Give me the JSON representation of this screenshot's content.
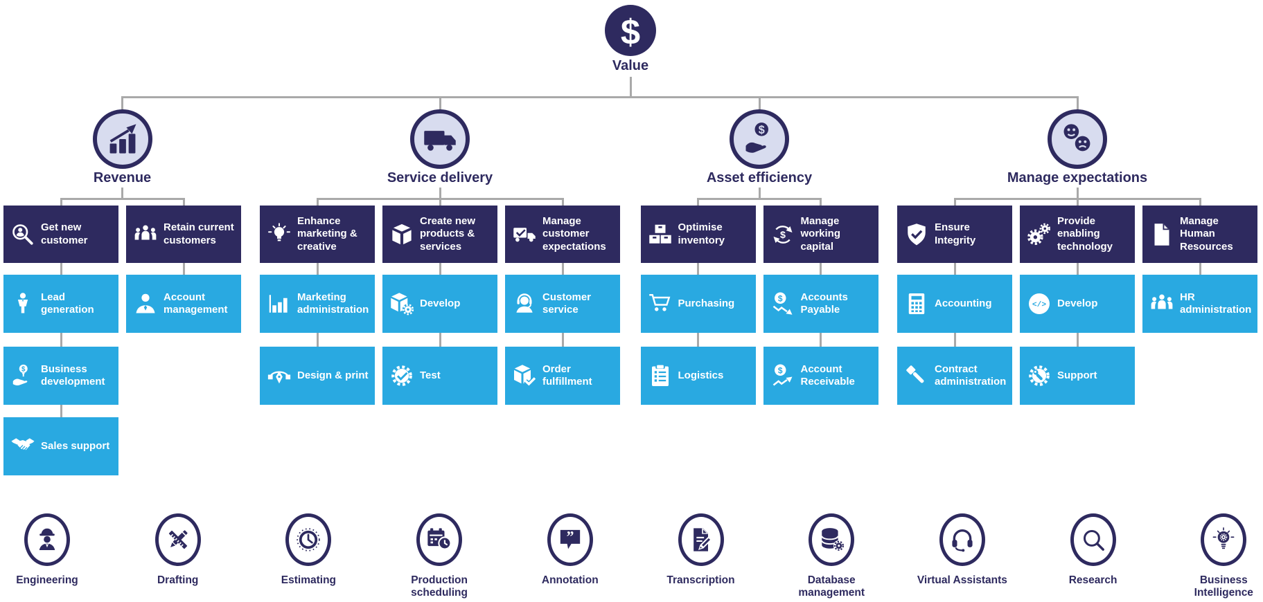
{
  "colors": {
    "navy": "#2e2a5f",
    "blue": "#29a9e1",
    "circle_fill": "#d8dcef",
    "connector": "#a9a9a9",
    "box_text": "#ffffff"
  },
  "root": {
    "label": "Value",
    "icon": "dollar-icon"
  },
  "branches": [
    {
      "label": "Revenue",
      "icon": "growth-chart-icon",
      "columns": [
        {
          "head": {
            "label": "Get new customer",
            "icon": "find-customer-icon"
          },
          "children": [
            {
              "label": "Lead generation",
              "icon": "person-icon"
            },
            {
              "label": "Business development",
              "icon": "hand-money-icon"
            },
            {
              "label": "Sales support",
              "icon": "handshake-icon"
            }
          ]
        },
        {
          "head": {
            "label": "Retain current customers",
            "icon": "people-icon"
          },
          "children": [
            {
              "label": "Account management",
              "icon": "account-person-icon"
            }
          ]
        }
      ]
    },
    {
      "label": "Service delivery",
      "icon": "truck-icon",
      "columns": [
        {
          "head": {
            "label": "Enhance marketing & creative",
            "icon": "bulb-icon"
          },
          "children": [
            {
              "label": "Marketing administration",
              "icon": "bar-chart-icon"
            },
            {
              "label": "Design & print",
              "icon": "pen-tool-icon"
            }
          ]
        },
        {
          "head": {
            "label": "Create new products & services",
            "icon": "package-icon"
          },
          "children": [
            {
              "label": "Develop",
              "icon": "box-gear-icon"
            },
            {
              "label": "Test",
              "icon": "gear-check-icon"
            }
          ]
        },
        {
          "head": {
            "label": "Manage customer expectations",
            "icon": "truck-check-icon"
          },
          "children": [
            {
              "label": "Customer service",
              "icon": "headset-person-icon"
            },
            {
              "label": "Order fulfillment",
              "icon": "box-check-icon"
            }
          ]
        }
      ]
    },
    {
      "label": "Asset efficiency",
      "icon": "hand-coin-icon",
      "columns": [
        {
          "head": {
            "label": "Optimise inventory",
            "icon": "inventory-icon"
          },
          "children": [
            {
              "label": "Purchasing",
              "icon": "cart-icon"
            },
            {
              "label": "Logistics",
              "icon": "clipboard-icon"
            }
          ]
        },
        {
          "head": {
            "label": "Manage working capital",
            "icon": "money-cycle-icon"
          },
          "children": [
            {
              "label": "Accounts Payable",
              "icon": "dollar-down-icon"
            },
            {
              "label": "Account Receivable",
              "icon": "dollar-up-icon"
            }
          ]
        }
      ]
    },
    {
      "label": "Manage expectations",
      "icon": "faces-icon",
      "columns": [
        {
          "head": {
            "label": "Ensure Integrity",
            "icon": "shield-check-icon"
          },
          "children": [
            {
              "label": "Accounting",
              "icon": "calculator-icon"
            },
            {
              "label": "Contract administration",
              "icon": "gavel-icon"
            }
          ]
        },
        {
          "head": {
            "label": "Provide enabling technology",
            "icon": "gears-icon"
          },
          "children": [
            {
              "label": "Develop",
              "icon": "code-icon"
            },
            {
              "label": "Support",
              "icon": "gear-wrench-icon"
            }
          ]
        },
        {
          "head": {
            "label": "Manage Human Resources",
            "icon": "document-icon"
          },
          "children": [
            {
              "label": "HR administration",
              "icon": "hr-people-icon"
            }
          ]
        }
      ]
    }
  ],
  "services": [
    {
      "label": "Engineering",
      "icon": "engineer-icon"
    },
    {
      "label": "Drafting",
      "icon": "drafting-icon"
    },
    {
      "label": "Estimating",
      "icon": "clock-icon"
    },
    {
      "label": "Production scheduling",
      "icon": "calendar-clock-icon"
    },
    {
      "label": "Annotation",
      "icon": "annotation-icon"
    },
    {
      "label": "Transcription",
      "icon": "transcription-icon"
    },
    {
      "label": "Database management",
      "icon": "database-icon"
    },
    {
      "label": "Virtual Assistants",
      "icon": "headset-icon"
    },
    {
      "label": "Research",
      "icon": "magnifier-icon"
    },
    {
      "label": "Business Intelligence",
      "icon": "bulb-gear-icon"
    }
  ]
}
